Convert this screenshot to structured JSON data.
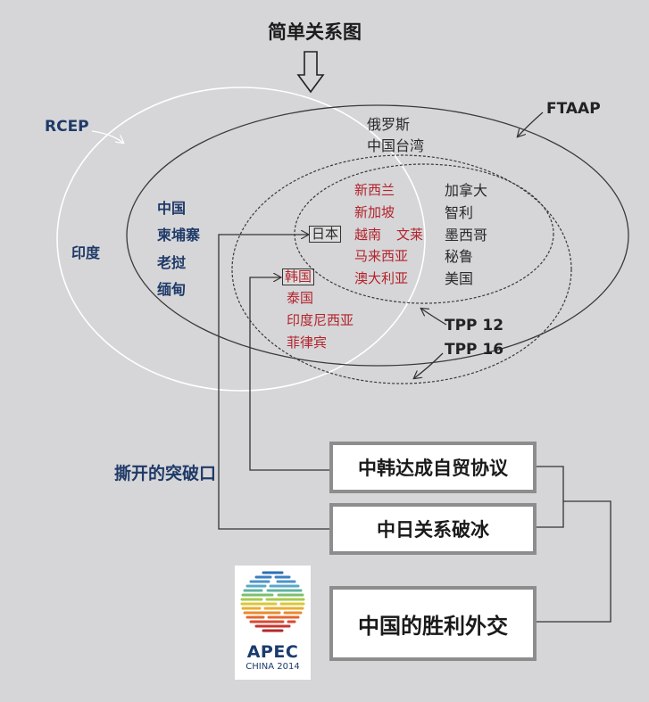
{
  "title": "简单关系图",
  "labels": {
    "rcep": "RCEP",
    "ftaap": "FTAAP",
    "tpp12": "TPP 12",
    "tpp16": "TPP 16",
    "breakthrough": "撕开的突破口"
  },
  "regions": {
    "rcep_only": [
      "印度"
    ],
    "rcep_ftaap": [
      "中国",
      "柬埔寨",
      "老挝",
      "缅甸"
    ],
    "ftaap_only": [
      "俄罗斯",
      "中国台湾"
    ],
    "tpp12_rcep": [
      "新西兰",
      "新加坡",
      "越南",
      "文莱",
      "马来西亚",
      "澳大利亚"
    ],
    "tpp12_only": [
      "加拿大",
      "智利",
      "墨西哥",
      "秘鲁",
      "美国"
    ],
    "japan": "日本",
    "tpp16_rcep": [
      "韩国",
      "泰国",
      "印度尼西亚",
      "菲律宾"
    ]
  },
  "results": {
    "fta": "中韩达成自贸协议",
    "thaw": "中日关系破冰",
    "victory": "中国的胜利外交"
  },
  "logo": {
    "name": "APEC",
    "sub": "CHINA 2014"
  },
  "colors": {
    "background": "#d6d6d8",
    "blue": "#1f3a68",
    "red": "#b3232c",
    "dark": "#2a2a2a"
  }
}
